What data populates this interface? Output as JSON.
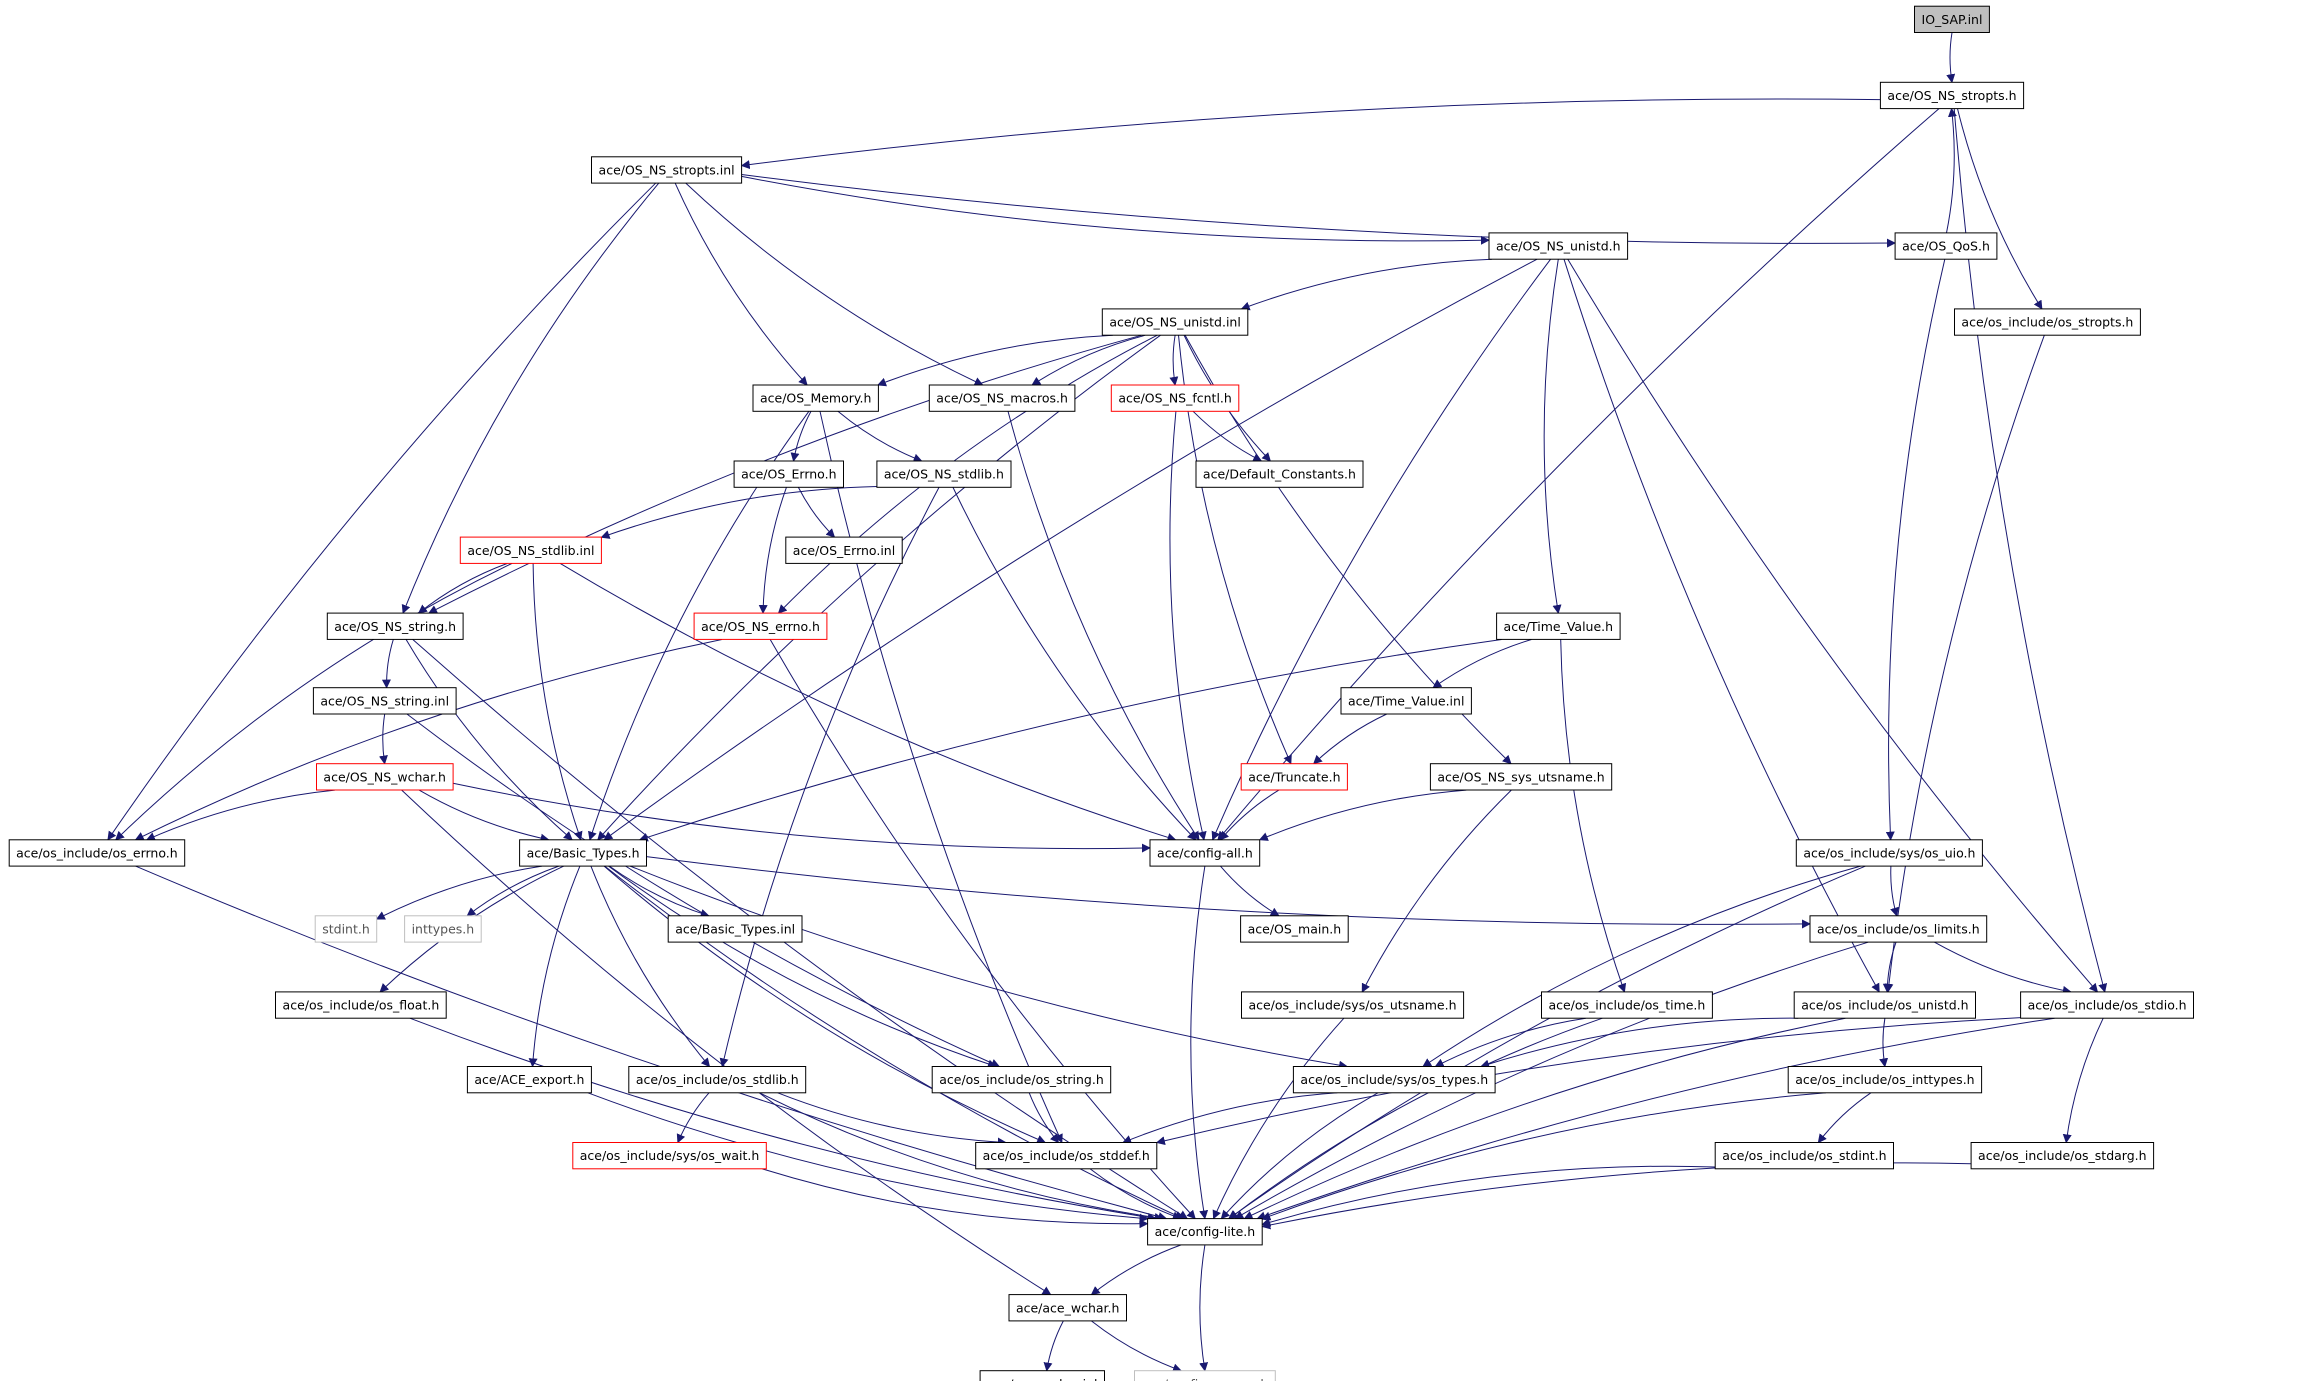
{
  "graph": {
    "colors": {
      "edge": "#191970",
      "box_normal": "#000000",
      "box_red": "#ff0000",
      "box_gray": "#bfbfbf",
      "root_fill": "#bfbfbf"
    },
    "nodes": [
      {
        "id": "io_sap",
        "label": "IO_SAP.inl",
        "style": "root"
      },
      {
        "id": "ns_stropts_h",
        "label": "ace/OS_NS_stropts.h",
        "style": "normal"
      },
      {
        "id": "ns_stropts_inl",
        "label": "ace/OS_NS_stropts.inl",
        "style": "normal"
      },
      {
        "id": "ns_unistd_h",
        "label": "ace/OS_NS_unistd.h",
        "style": "normal"
      },
      {
        "id": "os_qos_h",
        "label": "ace/OS_QoS.h",
        "style": "normal"
      },
      {
        "id": "inc_stropts",
        "label": "ace/os_include/os_stropts.h",
        "style": "normal"
      },
      {
        "id": "ns_unistd_inl",
        "label": "ace/OS_NS_unistd.inl",
        "style": "normal"
      },
      {
        "id": "os_memory",
        "label": "ace/OS_Memory.h",
        "style": "normal"
      },
      {
        "id": "ns_macros",
        "label": "ace/OS_NS_macros.h",
        "style": "normal"
      },
      {
        "id": "ns_fcntl",
        "label": "ace/OS_NS_fcntl.h",
        "style": "red"
      },
      {
        "id": "os_errno_h",
        "label": "ace/OS_Errno.h",
        "style": "normal"
      },
      {
        "id": "ns_stdlib_h",
        "label": "ace/OS_NS_stdlib.h",
        "style": "normal"
      },
      {
        "id": "default_const",
        "label": "ace/Default_Constants.h",
        "style": "normal"
      },
      {
        "id": "ns_stdlib_inl",
        "label": "ace/OS_NS_stdlib.inl",
        "style": "red"
      },
      {
        "id": "os_errno_inl",
        "label": "ace/OS_Errno.inl",
        "style": "normal"
      },
      {
        "id": "ns_string_h",
        "label": "ace/OS_NS_string.h",
        "style": "normal"
      },
      {
        "id": "ns_errno_h",
        "label": "ace/OS_NS_errno.h",
        "style": "red"
      },
      {
        "id": "time_value_h",
        "label": "ace/Time_Value.h",
        "style": "normal"
      },
      {
        "id": "ns_string_inl",
        "label": "ace/OS_NS_string.inl",
        "style": "normal"
      },
      {
        "id": "time_value_inl",
        "label": "ace/Time_Value.inl",
        "style": "normal"
      },
      {
        "id": "ns_wchar_h",
        "label": "ace/OS_NS_wchar.h",
        "style": "red"
      },
      {
        "id": "truncate_h",
        "label": "ace/Truncate.h",
        "style": "red"
      },
      {
        "id": "ns_sys_utsname",
        "label": "ace/OS_NS_sys_utsname.h",
        "style": "normal"
      },
      {
        "id": "inc_errno",
        "label": "ace/os_include/os_errno.h",
        "style": "normal"
      },
      {
        "id": "basic_types_h",
        "label": "ace/Basic_Types.h",
        "style": "normal"
      },
      {
        "id": "config_all",
        "label": "ace/config-all.h",
        "style": "normal"
      },
      {
        "id": "inc_sys_uio",
        "label": "ace/os_include/sys/os_uio.h",
        "style": "normal"
      },
      {
        "id": "stdint_h",
        "label": "stdint.h",
        "style": "gray"
      },
      {
        "id": "inttypes_h",
        "label": "inttypes.h",
        "style": "gray"
      },
      {
        "id": "basic_types_inl",
        "label": "ace/Basic_Types.inl",
        "style": "normal"
      },
      {
        "id": "os_main",
        "label": "ace/OS_main.h",
        "style": "normal"
      },
      {
        "id": "inc_limits",
        "label": "ace/os_include/os_limits.h",
        "style": "normal"
      },
      {
        "id": "inc_float",
        "label": "ace/os_include/os_float.h",
        "style": "normal"
      },
      {
        "id": "inc_sys_utsname",
        "label": "ace/os_include/sys/os_utsname.h",
        "style": "normal"
      },
      {
        "id": "inc_time",
        "label": "ace/os_include/os_time.h",
        "style": "normal"
      },
      {
        "id": "inc_unistd",
        "label": "ace/os_include/os_unistd.h",
        "style": "normal"
      },
      {
        "id": "inc_stdio",
        "label": "ace/os_include/os_stdio.h",
        "style": "normal"
      },
      {
        "id": "ace_export",
        "label": "ace/ACE_export.h",
        "style": "normal"
      },
      {
        "id": "inc_stdlib",
        "label": "ace/os_include/os_stdlib.h",
        "style": "normal"
      },
      {
        "id": "inc_string",
        "label": "ace/os_include/os_string.h",
        "style": "normal"
      },
      {
        "id": "inc_sys_types",
        "label": "ace/os_include/sys/os_types.h",
        "style": "normal"
      },
      {
        "id": "inc_inttypes",
        "label": "ace/os_include/os_inttypes.h",
        "style": "normal"
      },
      {
        "id": "inc_sys_wait",
        "label": "ace/os_include/sys/os_wait.h",
        "style": "red"
      },
      {
        "id": "inc_stddef",
        "label": "ace/os_include/os_stddef.h",
        "style": "normal"
      },
      {
        "id": "inc_stdint",
        "label": "ace/os_include/os_stdint.h",
        "style": "normal"
      },
      {
        "id": "inc_stdarg",
        "label": "ace/os_include/os_stdarg.h",
        "style": "normal"
      },
      {
        "id": "config_lite",
        "label": "ace/config-lite.h",
        "style": "normal"
      },
      {
        "id": "ace_wchar_h",
        "label": "ace/ace_wchar.h",
        "style": "normal"
      },
      {
        "id": "ace_wchar_inl",
        "label": "ace/ace_wchar.inl",
        "style": "normal"
      },
      {
        "id": "config_macros",
        "label": "ace/config-macros.h",
        "style": "gray"
      }
    ],
    "edges": [
      [
        "io_sap",
        "ns_stropts_h"
      ],
      [
        "ns_stropts_h",
        "ns_stropts_inl"
      ],
      [
        "ns_stropts_h",
        "config_all"
      ],
      [
        "ns_stropts_h",
        "inc_stropts"
      ],
      [
        "ns_stropts_h",
        "inc_stdio"
      ],
      [
        "os_qos_h",
        "ns_stropts_h"
      ],
      [
        "os_qos_h",
        "inc_sys_uio"
      ],
      [
        "ns_stropts_inl",
        "ns_unistd_h"
      ],
      [
        "ns_stropts_inl",
        "os_qos_h"
      ],
      [
        "ns_stropts_inl",
        "inc_errno"
      ],
      [
        "ns_stropts_inl",
        "ns_string_h"
      ],
      [
        "ns_stropts_inl",
        "os_memory"
      ],
      [
        "ns_stropts_inl",
        "ns_macros"
      ],
      [
        "ns_unistd_h",
        "ns_unistd_inl"
      ],
      [
        "ns_unistd_h",
        "basic_types_h"
      ],
      [
        "ns_unistd_h",
        "time_value_h"
      ],
      [
        "ns_unistd_h",
        "config_all"
      ],
      [
        "ns_unistd_h",
        "inc_unistd"
      ],
      [
        "ns_unistd_h",
        "inc_stdio"
      ],
      [
        "inc_stropts",
        "inc_unistd"
      ],
      [
        "ns_unistd_inl",
        "os_memory"
      ],
      [
        "ns_unistd_inl",
        "ns_macros"
      ],
      [
        "ns_unistd_inl",
        "ns_fcntl"
      ],
      [
        "ns_unistd_inl",
        "default_const"
      ],
      [
        "ns_unistd_inl",
        "ns_errno_h"
      ],
      [
        "ns_unistd_inl",
        "ns_string_h"
      ],
      [
        "ns_unistd_inl",
        "truncate_h"
      ],
      [
        "ns_unistd_inl",
        "ns_sys_utsname"
      ],
      [
        "ns_unistd_inl",
        "basic_types_h"
      ],
      [
        "os_memory",
        "os_errno_h"
      ],
      [
        "os_memory",
        "ns_stdlib_h"
      ],
      [
        "os_memory",
        "basic_types_h"
      ],
      [
        "os_memory",
        "inc_stddef"
      ],
      [
        "ns_macros",
        "config_all"
      ],
      [
        "ns_fcntl",
        "default_const"
      ],
      [
        "ns_fcntl",
        "config_all"
      ],
      [
        "os_errno_h",
        "os_errno_inl"
      ],
      [
        "os_errno_h",
        "ns_errno_h"
      ],
      [
        "ns_stdlib_h",
        "ns_stdlib_inl"
      ],
      [
        "ns_stdlib_h",
        "config_all"
      ],
      [
        "ns_stdlib_h",
        "inc_stdlib"
      ],
      [
        "ns_stdlib_inl",
        "ns_string_h"
      ],
      [
        "ns_stdlib_inl",
        "basic_types_h"
      ],
      [
        "ns_stdlib_inl",
        "config_all"
      ],
      [
        "ns_stdlib_inl",
        "inc_errno"
      ],
      [
        "ns_string_h",
        "ns_string_inl"
      ],
      [
        "ns_string_h",
        "basic_types_h"
      ],
      [
        "ns_string_h",
        "config_lite"
      ],
      [
        "ns_errno_h",
        "inc_errno"
      ],
      [
        "ns_errno_h",
        "config_lite"
      ],
      [
        "ns_string_inl",
        "ns_wchar_h"
      ],
      [
        "ns_string_inl",
        "inc_string"
      ],
      [
        "ns_wchar_h",
        "basic_types_h"
      ],
      [
        "ns_wchar_h",
        "inc_errno"
      ],
      [
        "ns_wchar_h",
        "config_all"
      ],
      [
        "ns_wchar_h",
        "ace_wchar_h"
      ],
      [
        "time_value_h",
        "time_value_inl"
      ],
      [
        "time_value_h",
        "basic_types_h"
      ],
      [
        "time_value_h",
        "inc_time"
      ],
      [
        "time_value_inl",
        "truncate_h"
      ],
      [
        "truncate_h",
        "config_all"
      ],
      [
        "ns_sys_utsname",
        "config_all"
      ],
      [
        "ns_sys_utsname",
        "inc_sys_utsname"
      ],
      [
        "inc_errno",
        "config_lite"
      ],
      [
        "basic_types_h",
        "stdint_h"
      ],
      [
        "basic_types_h",
        "inttypes_h"
      ],
      [
        "basic_types_h",
        "basic_types_inl"
      ],
      [
        "basic_types_h",
        "inc_float"
      ],
      [
        "basic_types_h",
        "ace_export"
      ],
      [
        "basic_types_h",
        "inc_stdlib"
      ],
      [
        "basic_types_h",
        "inc_string"
      ],
      [
        "basic_types_h",
        "inc_limits"
      ],
      [
        "basic_types_h",
        "inc_sys_types"
      ],
      [
        "basic_types_h",
        "inc_stddef"
      ],
      [
        "basic_types_h",
        "config_lite"
      ],
      [
        "config_all",
        "os_main"
      ],
      [
        "config_all",
        "config_lite"
      ],
      [
        "inc_sys_uio",
        "inc_limits"
      ],
      [
        "inc_sys_uio",
        "inc_sys_types"
      ],
      [
        "inc_sys_uio",
        "config_lite"
      ],
      [
        "inc_limits",
        "inc_unistd"
      ],
      [
        "inc_limits",
        "inc_stdio"
      ],
      [
        "inc_limits",
        "config_lite"
      ],
      [
        "inc_float",
        "config_lite"
      ],
      [
        "inc_sys_utsname",
        "config_lite"
      ],
      [
        "inc_time",
        "inc_sys_types"
      ],
      [
        "inc_time",
        "config_lite"
      ],
      [
        "inc_unistd",
        "inc_sys_types"
      ],
      [
        "inc_unistd",
        "inc_inttypes"
      ],
      [
        "inc_unistd",
        "config_lite"
      ],
      [
        "inc_stdio",
        "inc_stdarg"
      ],
      [
        "inc_stdio",
        "inc_stddef"
      ],
      [
        "inc_stdio",
        "config_lite"
      ],
      [
        "ace_export",
        "config_lite"
      ],
      [
        "inc_stdlib",
        "inc_sys_wait"
      ],
      [
        "inc_stdlib",
        "inc_stddef"
      ],
      [
        "inc_stdlib",
        "config_lite"
      ],
      [
        "inc_string",
        "inc_stddef"
      ],
      [
        "inc_sys_types",
        "inc_stddef"
      ],
      [
        "inc_sys_types",
        "config_lite"
      ],
      [
        "inc_inttypes",
        "inc_stdint"
      ],
      [
        "inc_inttypes",
        "config_lite"
      ],
      [
        "inc_sys_wait",
        "config_lite"
      ],
      [
        "inc_stddef",
        "config_lite"
      ],
      [
        "inc_stdint",
        "config_lite"
      ],
      [
        "inc_stdarg",
        "config_lite"
      ],
      [
        "config_lite",
        "ace_wchar_h"
      ],
      [
        "config_lite",
        "config_macros"
      ],
      [
        "ace_wchar_h",
        "ace_wchar_inl"
      ],
      [
        "ace_wchar_h",
        "config_macros"
      ]
    ]
  }
}
